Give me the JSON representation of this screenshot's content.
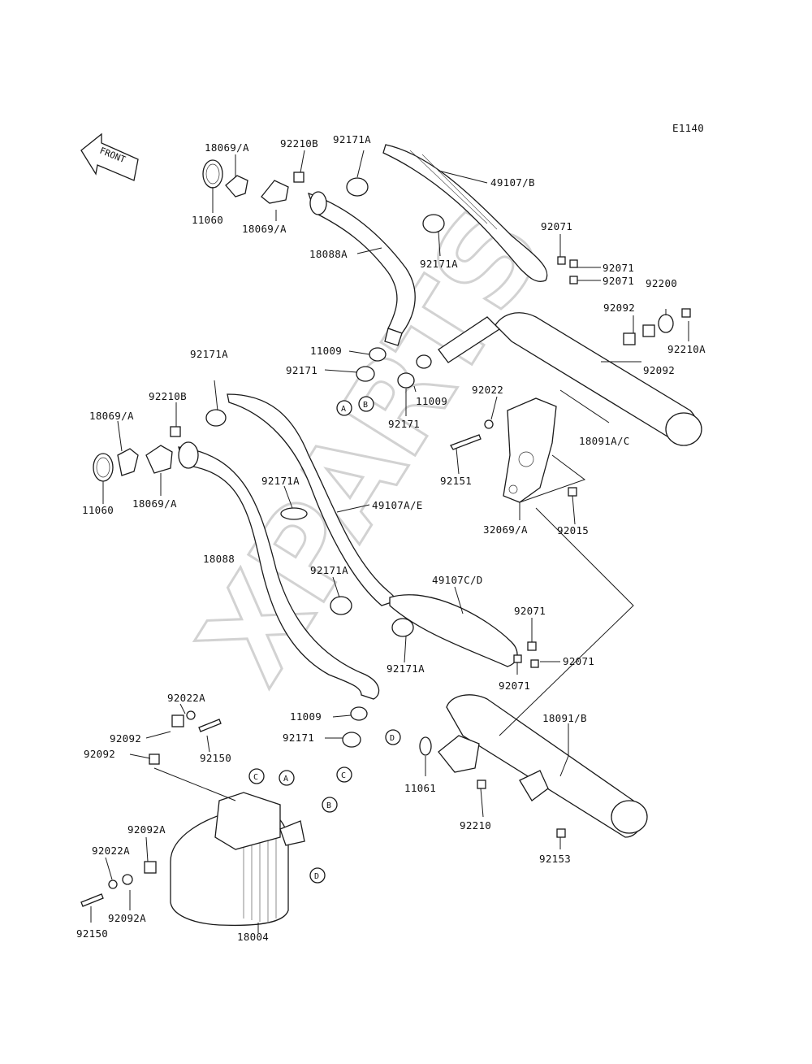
{
  "diagram": {
    "figure_code": "E1140",
    "direction_label": "FRONT",
    "watermark": "XPARTS",
    "part_labels": [
      "18069/A",
      "92210B",
      "92171A",
      "49107/B",
      "11060",
      "18069/A",
      "18088A",
      "92171A",
      "92071",
      "92071",
      "92071",
      "92200",
      "92092",
      "92210A",
      "92092",
      "11009",
      "92171",
      "11009",
      "92171",
      "92022",
      "18091A/C",
      "92151",
      "32069/A",
      "92015",
      "92171A",
      "92210B",
      "18069/A",
      "11060",
      "18069/A",
      "92171A",
      "49107A/E",
      "18088",
      "92171A",
      "49107C/D",
      "92071",
      "92071",
      "92071",
      "92171A",
      "92022A",
      "11009",
      "18091/B",
      "92092",
      "92150",
      "92092",
      "92171",
      "11061",
      "92210",
      "92153",
      "92092A",
      "92022A",
      "92092A",
      "92150",
      "18004"
    ],
    "connectors": [
      "A",
      "B",
      "A",
      "B",
      "C",
      "C",
      "D",
      "D"
    ]
  }
}
